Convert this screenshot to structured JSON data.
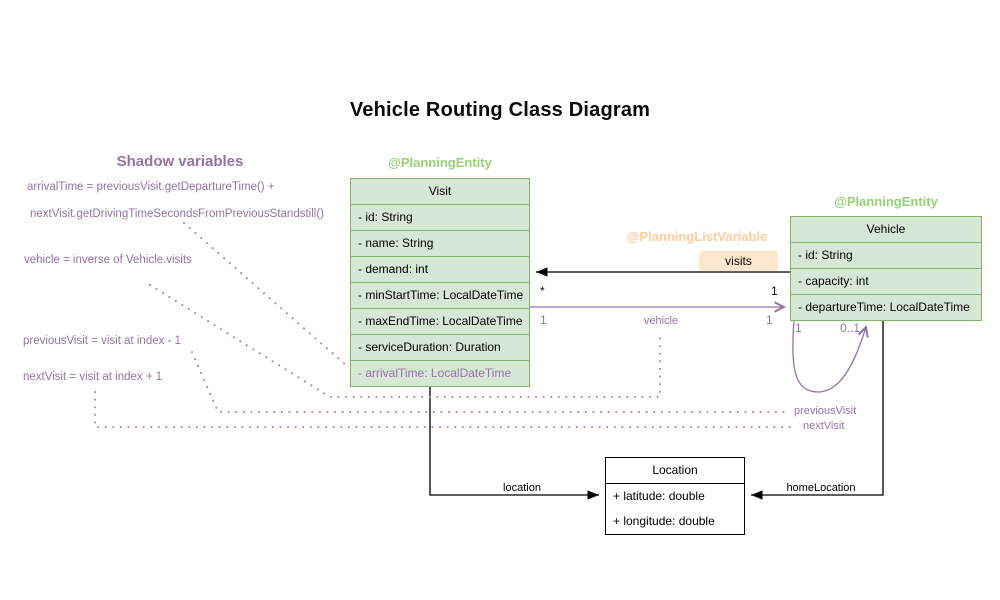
{
  "title": "Vehicle Routing Class Diagram",
  "colors": {
    "class_fill_green": "#d5e8d4",
    "class_border_green": "#82b366",
    "annotation_green": "#97d077",
    "annotation_orange": "#ffcc99",
    "badge_orange_fill": "#ffe6cc",
    "purple": "#9673a6",
    "dotted_purple": "#a680c0",
    "black": "#000000"
  },
  "shadow_panel": {
    "heading": "Shadow variables",
    "lines": [
      "arrivalTime = previousVisit.getDepartureTime() +",
      "nextVisit.getDrivingTimeSecondsFromPreviousStandstill()",
      "vehicle = inverse of Vehicle.visits",
      "previousVisit = visit at index - 1",
      "nextVisit = visit at index + 1"
    ]
  },
  "classes": {
    "visit": {
      "annotation": "@PlanningEntity",
      "name": "Visit",
      "attributes": [
        {
          "t": "- id: String"
        },
        {
          "t": "- name: String"
        },
        {
          "t": "- demand: int"
        },
        {
          "t": "- minStartTime: LocalDateTime"
        },
        {
          "t": "- maxEndTime: LocalDateTime"
        },
        {
          "t": "- serviceDuration: Duration"
        },
        {
          "t": "- arrivalTime: LocalDateTime",
          "c": "shadow-attr"
        }
      ]
    },
    "vehicle": {
      "annotation": "@PlanningEntity",
      "name": "Vehicle",
      "attributes": [
        {
          "t": "- id: String"
        },
        {
          "t": "- capacity: int"
        },
        {
          "t": "- departureTime: LocalDateTime"
        }
      ]
    },
    "location": {
      "name": "Location",
      "attributes": [
        {
          "t": "+ latitude: double"
        },
        {
          "t": "+ longitude: double"
        }
      ]
    }
  },
  "relationships": {
    "visits": {
      "annotation": "@PlanningListVariable",
      "label": "visits",
      "mult_visit_end": "*",
      "mult_vehicle_end": "1"
    },
    "vehicle_ref": {
      "label": "vehicle",
      "mult_visit_end": "1",
      "mult_vehicle_end": "1"
    },
    "self_loop": {
      "mult_start": "1",
      "mult_end": "0..1"
    },
    "location_ref": {
      "label": "location"
    },
    "home_location": {
      "label": "homeLocation"
    },
    "previous_visit": {
      "label": "previousVisit"
    },
    "next_visit": {
      "label": "nextVisit"
    }
  }
}
